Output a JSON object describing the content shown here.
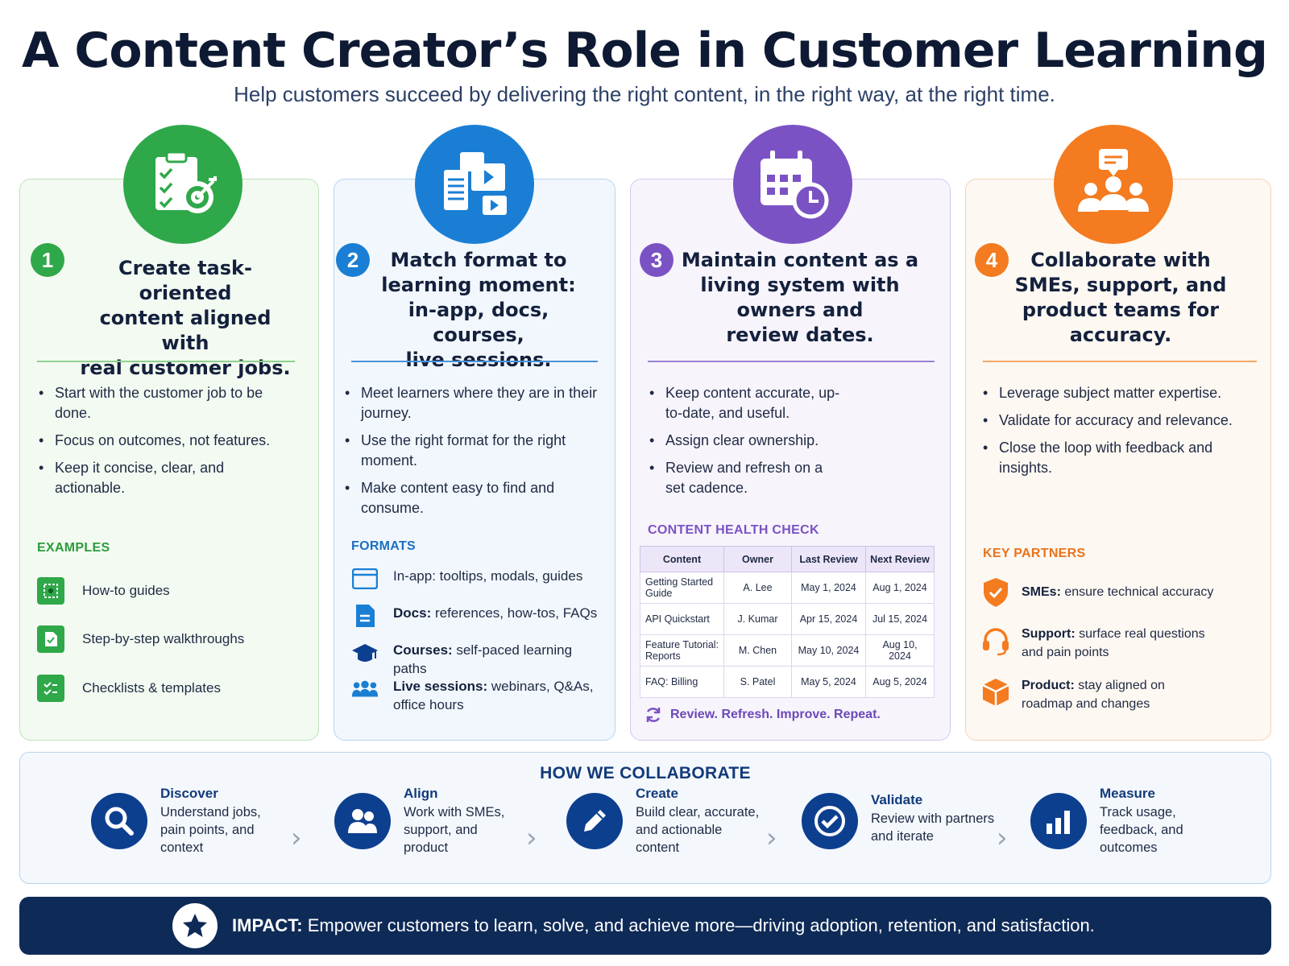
{
  "title": "A Content Creator’s Role in Customer Learning",
  "subtitle": "Help customers succeed by delivering the right content, in the right way, at the right time.",
  "colors": {
    "green": "#2fa84a",
    "blue": "#1a7fd4",
    "purple": "#7b52c4",
    "orange": "#f47b1f",
    "navy": "#0e2a57"
  },
  "cards": [
    {
      "number": "1",
      "heading": [
        "Create task-oriented",
        "content aligned with",
        "real customer jobs."
      ],
      "bullets": [
        "Start with the customer job to be done.",
        "Focus on outcomes, not features.",
        "Keep it concise, clear, and actionable."
      ],
      "section_label": "EXAMPLES",
      "items": [
        "How-to guides",
        "Step-by-step walkthroughs",
        "Checklists & templates"
      ]
    },
    {
      "number": "2",
      "heading": [
        "Match format to",
        "learning moment:",
        "in-app, docs, courses,",
        "live sessions."
      ],
      "bullets": [
        "Meet learners where they are in their journey.",
        "Use the right format for the right moment.",
        "Make content easy to find and consume."
      ],
      "section_label": "FORMATS",
      "formats": [
        {
          "name": "In-app:",
          "text": "tooltips, modals, guides"
        },
        {
          "name": "Docs:",
          "text": "references, how-tos, FAQs"
        },
        {
          "name": "Courses:",
          "text": "self-paced learning paths"
        },
        {
          "name": "Live sessions:",
          "text": "webinars, Q&As, office hours"
        }
      ]
    },
    {
      "number": "3",
      "heading": [
        "Maintain content as a",
        "living system with",
        "owners and",
        "review dates."
      ],
      "bullets": [
        "Keep content accurate, up-to-date, and useful.",
        "Assign clear ownership.",
        "Review and refresh on a set cadence."
      ],
      "section_label": "CONTENT HEALTH CHECK",
      "table": {
        "headers": [
          "Content",
          "Owner",
          "Last Review",
          "Next Review"
        ],
        "rows": [
          [
            "Getting Started Guide",
            "A. Lee",
            "May 1, 2024",
            "Aug 1, 2024"
          ],
          [
            "API Quickstart",
            "J. Kumar",
            "Apr 15, 2024",
            "Jul 15, 2024"
          ],
          [
            "Feature Tutorial: Reports",
            "M. Chen",
            "May 10, 2024",
            "Aug 10, 2024"
          ],
          [
            "FAQ: Billing",
            "S. Patel",
            "May 5, 2024",
            "Aug 5, 2024"
          ]
        ]
      },
      "footer": "Review. Refresh. Improve. Repeat."
    },
    {
      "number": "4",
      "heading": [
        "Collaborate with",
        "SMEs, support, and",
        "product teams for",
        "accuracy."
      ],
      "bullets": [
        "Leverage subject matter expertise.",
        "Validate for accuracy and relevance.",
        "Close the loop with feedback and insights."
      ],
      "section_label": "KEY PARTNERS",
      "partners": [
        {
          "name": "SMEs:",
          "text": "ensure technical accuracy"
        },
        {
          "name": "Support:",
          "text": "surface real questions and pain points"
        },
        {
          "name": "Product:",
          "text": "stay aligned on roadmap and changes"
        }
      ]
    }
  ],
  "collaborate": {
    "title": "HOW WE COLLABORATE",
    "steps": [
      {
        "name": "Discover",
        "text": "Understand jobs, pain points, and context",
        "icon": "search-icon"
      },
      {
        "name": "Align",
        "text": "Work with SMEs, support, and product",
        "icon": "people-icon"
      },
      {
        "name": "Create",
        "text": "Build clear, accurate, and actionable content",
        "icon": "pencil-icon"
      },
      {
        "name": "Validate",
        "text": "Review with partners and iterate",
        "icon": "check-icon"
      },
      {
        "name": "Measure",
        "text": "Track usage, feedback, and outcomes",
        "icon": "bar-chart-icon"
      }
    ]
  },
  "impact": {
    "label": "IMPACT:",
    "text": "Empower customers to learn, solve, and achieve more—driving adoption, retention, and satisfaction."
  }
}
